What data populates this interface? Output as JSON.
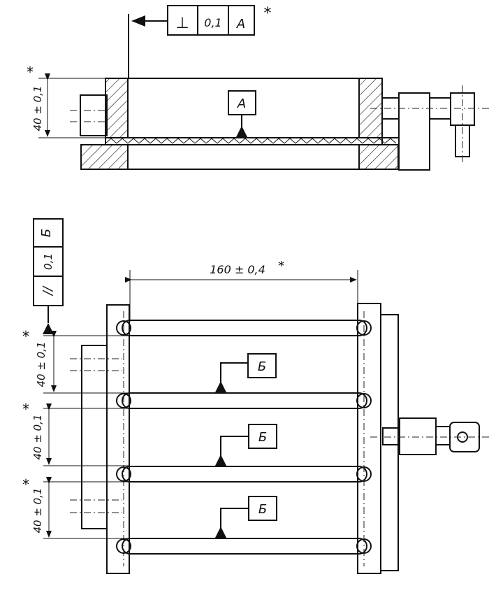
{
  "top_view": {
    "perpendicularity_frame": {
      "symbol": "⊥",
      "tolerance": "0,1",
      "datum": "A",
      "mark": "*"
    },
    "height_dim": {
      "text": "40 ± 0,1",
      "mark": "*"
    },
    "datum_label": "A"
  },
  "front_view": {
    "parallelism_frame": {
      "symbol": "//",
      "tolerance": "0,1",
      "datum": "Б"
    },
    "width_dim": {
      "text": "160 ± 0,4",
      "mark": "*"
    },
    "spacing_dims": [
      {
        "text": "40 ± 0,1",
        "mark": "*"
      },
      {
        "text": "40 ± 0,1",
        "mark": "*"
      },
      {
        "text": "40 ± 0,1",
        "mark": "*"
      }
    ],
    "datum_labels": [
      "Б",
      "Б",
      "Б"
    ]
  }
}
